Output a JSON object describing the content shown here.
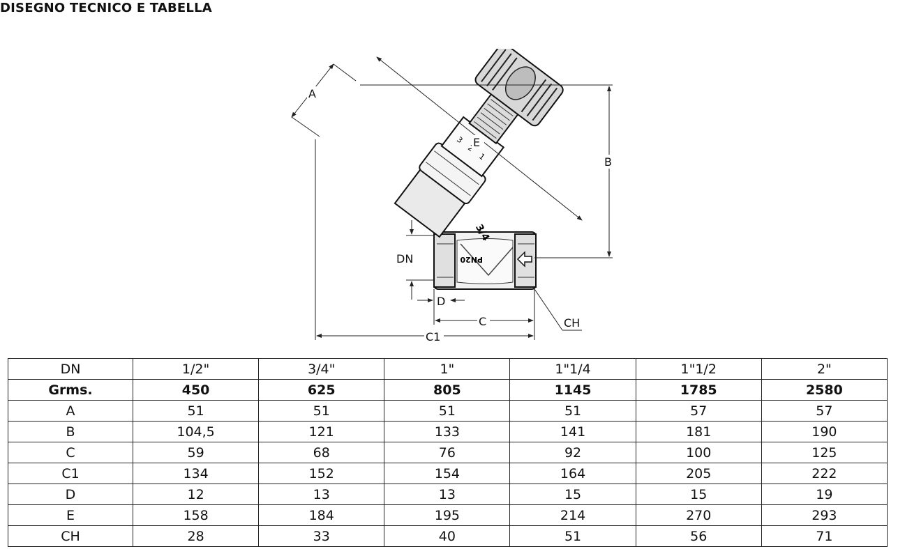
{
  "title": "DISEGNO TECNICO E TABELLA",
  "drawing": {
    "icon": "y-valve-technical-drawing",
    "dimension_labels": {
      "A": "A",
      "B": "B",
      "E": "E",
      "DN": "DN",
      "D": "D",
      "C": "C",
      "C1": "C1",
      "CH": "CH"
    },
    "markings": {
      "pressure": "PN20",
      "size": "3/4",
      "scale": [
        "3",
        "2",
        "1"
      ]
    }
  },
  "table": {
    "header": [
      "DN",
      "1/2\"",
      "3/4\"",
      "1\"",
      "1\"1/4",
      "1\"1/2",
      "2\""
    ],
    "rows": [
      {
        "bold": true,
        "cells": [
          "Grms.",
          "450",
          "625",
          "805",
          "1145",
          "1785",
          "2580"
        ]
      },
      {
        "bold": false,
        "cells": [
          "A",
          "51",
          "51",
          "51",
          "51",
          "57",
          "57"
        ]
      },
      {
        "bold": false,
        "cells": [
          "B",
          "104,5",
          "121",
          "133",
          "141",
          "181",
          "190"
        ]
      },
      {
        "bold": false,
        "cells": [
          "C",
          "59",
          "68",
          "76",
          "92",
          "100",
          "125"
        ]
      },
      {
        "bold": false,
        "cells": [
          "C1",
          "134",
          "152",
          "154",
          "164",
          "205",
          "222"
        ]
      },
      {
        "bold": false,
        "cells": [
          "D",
          "12",
          "13",
          "13",
          "15",
          "15",
          "19"
        ]
      },
      {
        "bold": false,
        "cells": [
          "E",
          "158",
          "184",
          "195",
          "214",
          "270",
          "293"
        ]
      },
      {
        "bold": false,
        "cells": [
          "CH",
          "28",
          "33",
          "40",
          "51",
          "56",
          "71"
        ]
      }
    ]
  }
}
